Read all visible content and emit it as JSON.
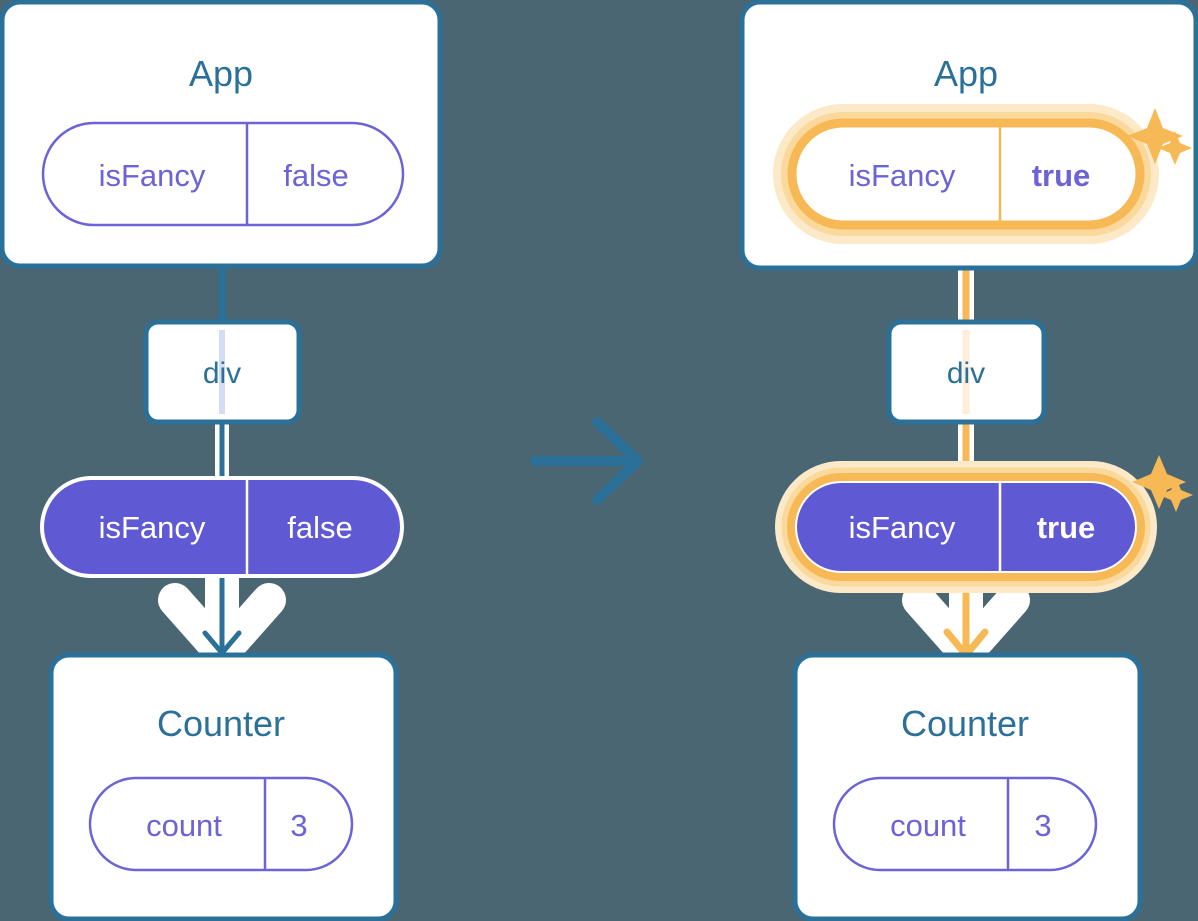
{
  "meta": {
    "background_color": "#4a6673",
    "accent_blue": "#2b7099",
    "accent_purple": "#6b63d6",
    "pill_fill_purple": "#6059d4",
    "highlight_orange": "#f7b955",
    "highlight_orange_soft": "#fbd89b",
    "highlight_orange_glow": "#fce9c7",
    "white": "#ffffff",
    "divider_light": "#d5dcf5"
  },
  "before": {
    "app_box": {
      "title": "App",
      "state_pill": {
        "key": "isFancy",
        "value": "false",
        "style": "outline",
        "highlighted": false
      }
    },
    "div_box": {
      "label": "div"
    },
    "props_pill": {
      "key": "isFancy",
      "value": "false",
      "style": "filled",
      "highlighted": false
    },
    "counter_box": {
      "title": "Counter",
      "state_pill": {
        "key": "count",
        "value": "3",
        "style": "outline",
        "highlighted": false
      }
    }
  },
  "transition": {
    "icon": "arrow-right-icon",
    "direction": "right",
    "color": "#2b7099"
  },
  "after": {
    "app_box": {
      "title": "App",
      "state_pill": {
        "key": "isFancy",
        "value": "true",
        "style": "outline",
        "highlighted": true,
        "value_bold": true
      },
      "sparkle": "sparkles-icon"
    },
    "div_box": {
      "label": "div"
    },
    "props_pill": {
      "key": "isFancy",
      "value": "true",
      "style": "filled",
      "highlighted": true,
      "value_bold": true,
      "sparkle": "sparkles-icon"
    },
    "counter_box": {
      "title": "Counter",
      "state_pill": {
        "key": "count",
        "value": "3",
        "style": "outline",
        "highlighted": false
      }
    }
  }
}
